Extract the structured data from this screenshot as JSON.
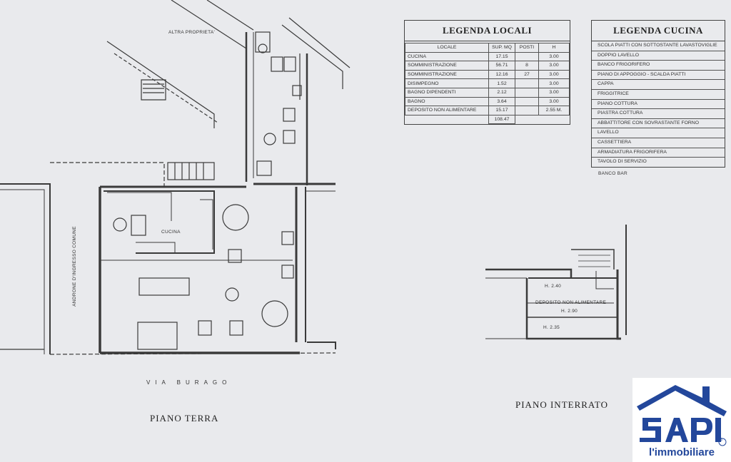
{
  "plan_labels": {
    "other_property": "ALTRA PROPRIETA'",
    "kitchen": "CUCINA",
    "entrance_hall": "ANDRONE D'INGRESSO COMUNE",
    "street": "VIA BURAGO",
    "ground_floor": "PIANO TERRA",
    "basement": "PIANO INTERRATO"
  },
  "basement_labels": {
    "h1": "H. 2.40",
    "storage": "DEPOSITO NON ALIMENTARE",
    "h2": "H. 2.90",
    "h3": "H. 2.35"
  },
  "legenda_locali": {
    "title": "LEGENDA LOCALI",
    "headers": [
      "LOCALE",
      "SUP. MQ",
      "POSTI",
      "H"
    ],
    "rows": [
      [
        "CUCINA",
        "17.15",
        "",
        "3.00"
      ],
      [
        "SOMMINISTRAZIONE",
        "56.71",
        "8",
        "3.00"
      ],
      [
        "SOMMINISTRAZIONE",
        "12.16",
        "27",
        "3.00"
      ],
      [
        "DISIMPEGNO",
        "1.52",
        "",
        "3.00"
      ],
      [
        "BAGNO DIPENDENTI",
        "2.12",
        "",
        "3.00"
      ],
      [
        "BAGNO",
        "3.64",
        "",
        "3.00"
      ],
      [
        "DEPOSITO NON ALIMENTARE",
        "15.17",
        "",
        "2.55 M."
      ]
    ],
    "total": "108.47"
  },
  "legenda_cucina": {
    "title": "LEGENDA CUCINA",
    "items": [
      "SCOLA PIATTI CON SOTTOSTANTE LAVASTOVIGLIE",
      "DOPPIO LAVELLO",
      "BANCO FRIGORIFERO",
      "PIANO DI APPOGGIO - SCALDA PIATTI",
      "CAPPA",
      "FRIGGITRICE",
      "PIANO COTTURA",
      "PIASTRA COTTURA",
      "ABBATTITORE CON SOVRASTANTE FORNO",
      "LAVELLO",
      "CASSETTIERA",
      "ARMADIATURA FRIGORIFERA",
      "TAVOLO DI SERVIZIO",
      "BANCO BAR"
    ]
  },
  "logo": {
    "brand": "SAPI",
    "word": "l'immobiliare",
    "mark": "®",
    "color": "#23479b"
  }
}
